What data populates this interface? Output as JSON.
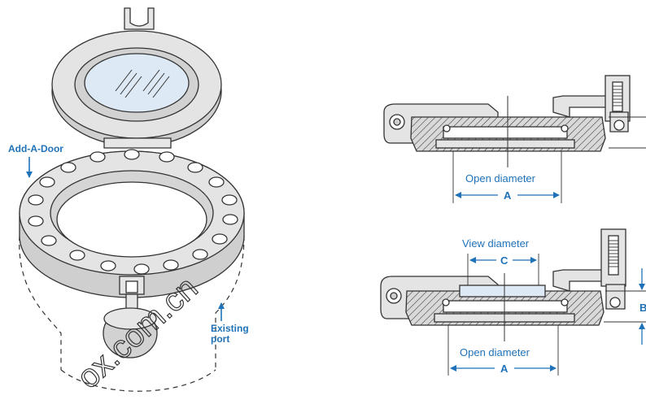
{
  "labels": {
    "add_a_door": "Add-A-Door",
    "existing_port_line1": "Existing",
    "existing_port_line2": "port",
    "top_open_diameter": "Open diameter",
    "top_dim_a": "A",
    "bottom_view_diameter": "View diameter",
    "bottom_dim_c": "C",
    "bottom_open_diameter": "Open diameter",
    "bottom_dim_a": "A",
    "dim_b": "B"
  },
  "watermark": {
    "text": "ox.com.cn"
  },
  "colors": {
    "dimension_blue": "#1f72b8",
    "part_fill": "#d9d9d9",
    "outline": "#333333",
    "glass": "#dde9f5"
  }
}
